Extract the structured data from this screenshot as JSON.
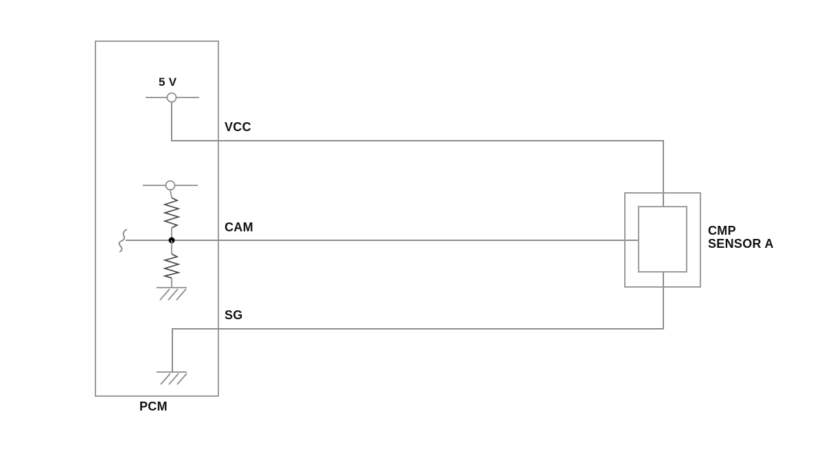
{
  "diagram": {
    "type": "automotive-wiring-schematic",
    "pcm": {
      "label": "PCM",
      "supply_label": "5 V"
    },
    "wires": {
      "vcc_label": "VCC",
      "cam_label": "CAM",
      "sg_label": "SG"
    },
    "sensor": {
      "label_line1": "CMP",
      "label_line2": "SENSOR A"
    },
    "colors": {
      "background": "#ffffff",
      "wire": "#8c8c8c",
      "component_box": "#9a9a9a",
      "resistor": "#4a4a4a",
      "junction_dot": "#000000",
      "text": "#111111"
    }
  }
}
